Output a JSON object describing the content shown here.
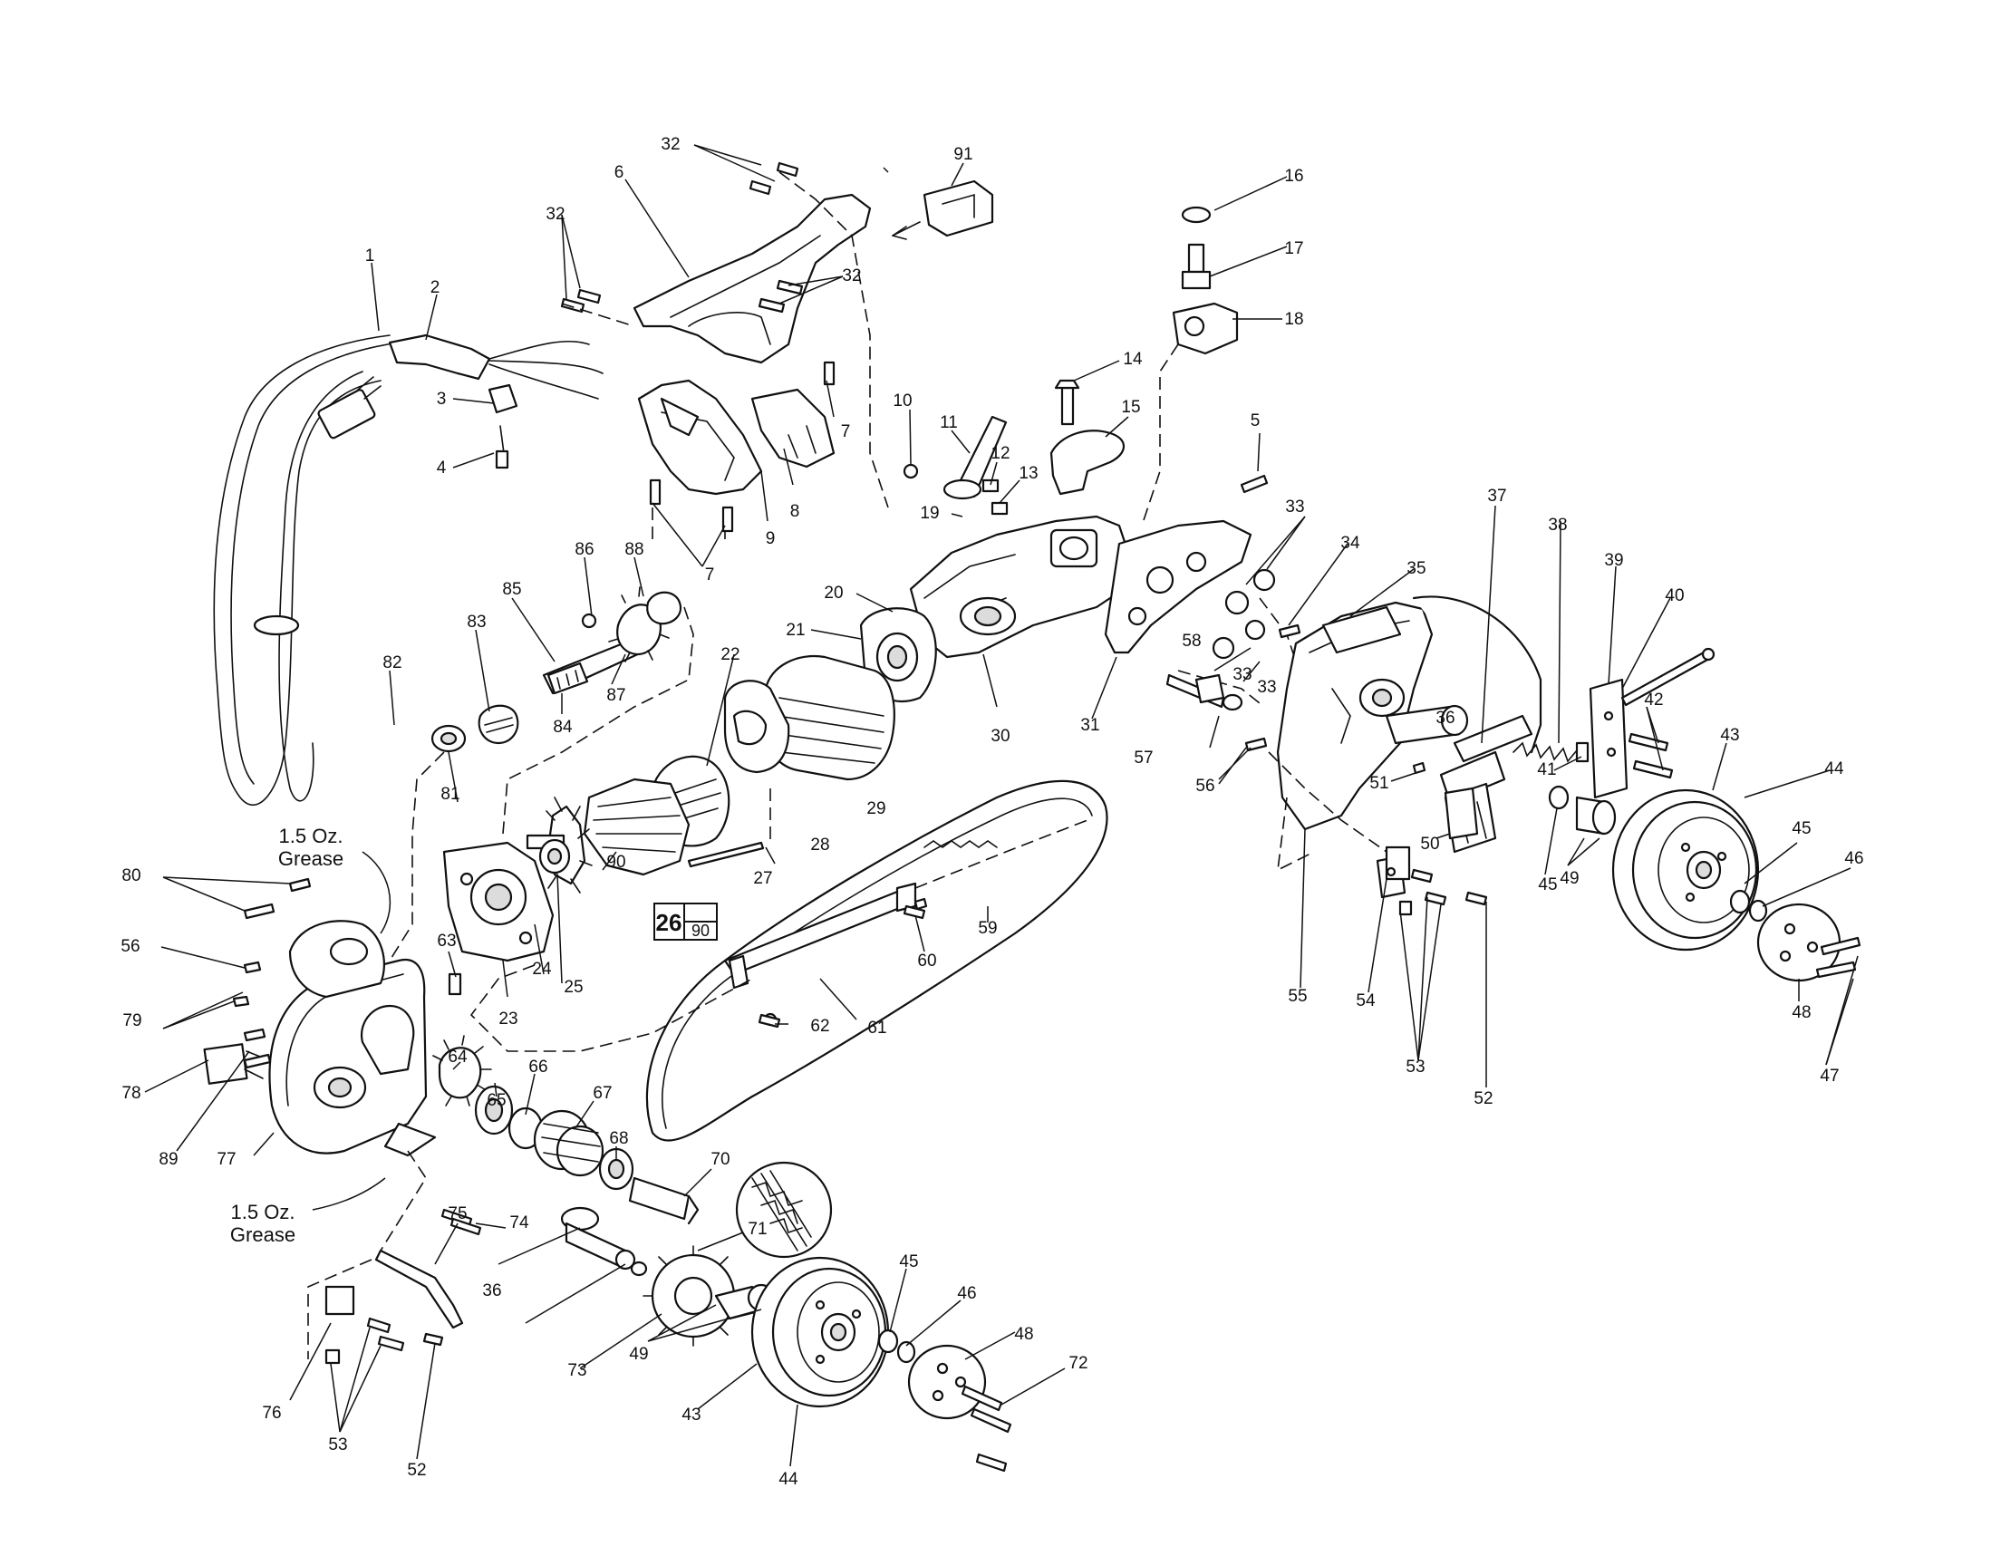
{
  "callouts": {
    "c1": "1",
    "c2": "2",
    "c3": "3",
    "c4": "4",
    "c5": "5",
    "c6": "6",
    "c7a": "7",
    "c7b": "7",
    "c8": "8",
    "c9": "9",
    "c10": "10",
    "c11": "11",
    "c12": "12",
    "c13": "13",
    "c14": "14",
    "c15": "15",
    "c16": "16",
    "c17": "17",
    "c18": "18",
    "c19": "19",
    "c20": "20",
    "c21": "21",
    "c22": "22",
    "c23": "23",
    "c24": "24",
    "c25": "25",
    "c27": "27",
    "c28": "28",
    "c29": "29",
    "c30": "30",
    "c31": "31",
    "c32a": "32",
    "c32b": "32",
    "c32c": "32",
    "c33a": "33",
    "c33b": "33",
    "c33c": "33",
    "c34": "34",
    "c35": "35",
    "c36a": "36",
    "c36b": "36",
    "c37": "37",
    "c38": "38",
    "c39": "39",
    "c40": "40",
    "c41": "41",
    "c42": "42",
    "c43a": "43",
    "c43b": "43",
    "c44a": "44",
    "c44b": "44",
    "c45a": "45",
    "c45b": "45",
    "c45c": "45",
    "c46a": "46",
    "c46b": "46",
    "c47": "47",
    "c48a": "48",
    "c48b": "48",
    "c49a": "49",
    "c49b": "49",
    "c50": "50",
    "c51": "51",
    "c52a": "52",
    "c52b": "52",
    "c53a": "53",
    "c53b": "53",
    "c54": "54",
    "c55": "55",
    "c56a": "56",
    "c56b": "56",
    "c57": "57",
    "c58": "58",
    "c59": "59",
    "c60": "60",
    "c61": "61",
    "c62": "62",
    "c63": "63",
    "c64": "64",
    "c65": "65",
    "c66": "66",
    "c67": "67",
    "c68": "68",
    "c70": "70",
    "c71": "71",
    "c72": "72",
    "c73": "73",
    "c74": "74",
    "c75": "75",
    "c76": "76",
    "c77": "77",
    "c78": "78",
    "c79": "79",
    "c80": "80",
    "c81": "81",
    "c82": "82",
    "c83": "83",
    "c84": "84",
    "c85": "85",
    "c86": "86",
    "c87": "87",
    "c88": "88",
    "c89": "89",
    "c90": "90",
    "c91": "91"
  },
  "kit": {
    "top": "26",
    "bottom": "90"
  },
  "notes": {
    "grease_top_line1": "1.5 Oz.",
    "grease_top_line2": "Grease",
    "grease_bottom_line1": "1.5 Oz.",
    "grease_bottom_line2": "Grease"
  },
  "colors": {
    "line": "#111111",
    "background": "#ffffff",
    "shade": "#dcdcdc"
  }
}
